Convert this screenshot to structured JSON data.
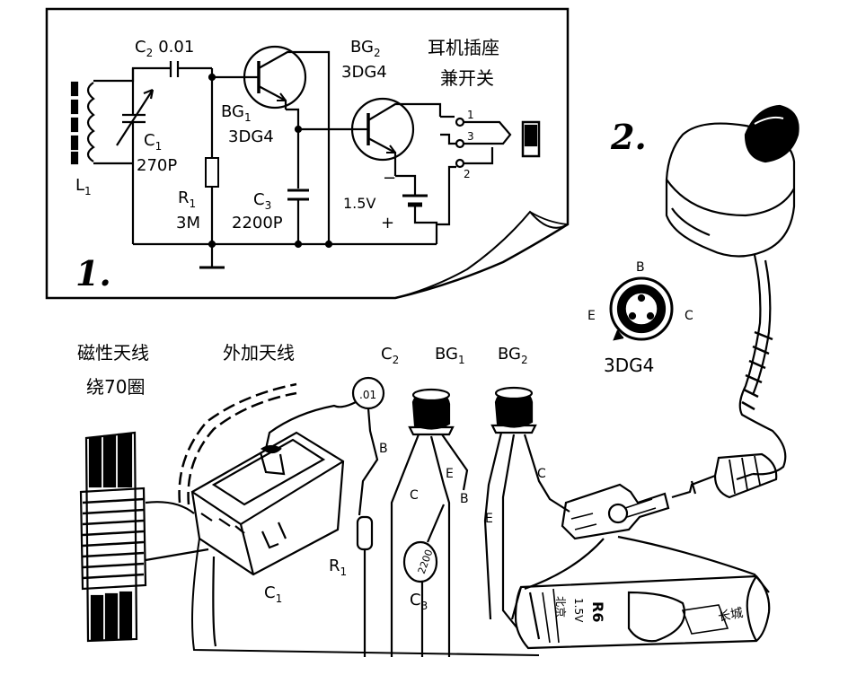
{
  "schematic": {
    "fig_number": "1.",
    "c2": "C",
    "c2_sub": "2",
    "c2_value": "0.01",
    "bg2": "BG",
    "bg2_sub": "2",
    "bg2_model": "3DG4",
    "bg1": "BG",
    "bg1_sub": "1",
    "bg1_model": "3DG4",
    "c1": "C",
    "c1_sub": "1",
    "c1_value": "270P",
    "l1": "L",
    "l1_sub": "1",
    "r1": "R",
    "r1_sub": "1",
    "r1_value": "3M",
    "c3": "C",
    "c3_sub": "3",
    "c3_value": "2200P",
    "battery_voltage": "1.5V",
    "minus": "−",
    "plus": "+",
    "jack_title_line1": "耳机插座",
    "jack_title_line2": "兼开关",
    "pin1": "1",
    "pin2": "2",
    "pin3": "3"
  },
  "assembly": {
    "fig_number": "2.",
    "pinout_b": "B",
    "pinout_e": "E",
    "pinout_c": "C",
    "pinout_model": "3DG4",
    "label_magnetic_antenna": "磁性天线",
    "label_external_antenna": "外加天线",
    "label_turns": "绕70圈",
    "label_c2": "C",
    "label_c2_sub": "2",
    "label_bg1": "BG",
    "label_bg1_sub": "1",
    "label_bg2": "BG",
    "label_bg2_sub": "2",
    "cap_c2_value": ".01",
    "cap_c3_value": "2200",
    "label_r1": "R",
    "label_r1_sub": "1",
    "label_c1": "C",
    "label_c1_sub": "1",
    "label_c3": "C",
    "label_c3_sub": "3",
    "lead_b1": "B",
    "lead_c1": "C",
    "lead_e1": "E",
    "lead_b2": "B",
    "lead_e2": "E",
    "lead_c2": "C",
    "battery_r6": "R6",
    "battery_v": "1.5V",
    "battery_brand": "北京",
    "battery_brand2": "长城"
  }
}
